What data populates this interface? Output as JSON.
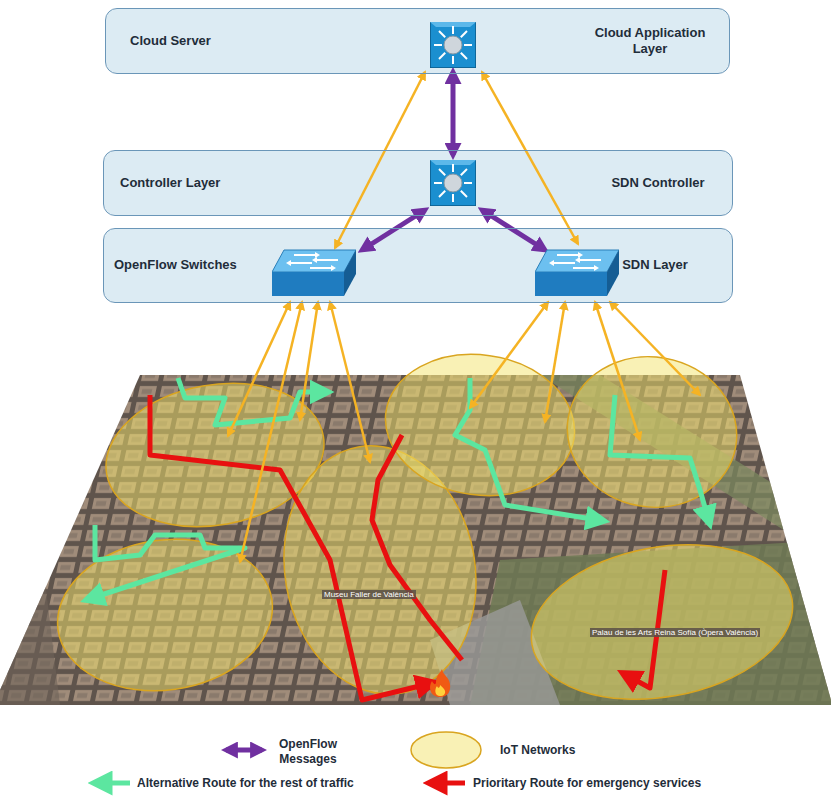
{
  "diagram": {
    "nodes": [
      {
        "text": [
          "Cloud Server",
          "Cloud Application Layer"
        ]
      },
      {
        "text": [
          "Controller Layer",
          "SDN Controller"
        ]
      },
      {
        "text": [
          "OpenFlow Switches",
          "SDN Layer"
        ]
      }
    ],
    "edges": [
      {
        "from": 0,
        "to": 1,
        "arrow": "both"
      },
      {
        "from": 1,
        "to": 2,
        "arrow": "both"
      },
      {
        "from": 1,
        "to": 2,
        "arrow": "both"
      },
      {
        "from": 0,
        "to": 2,
        "arrow": "both"
      },
      {
        "from": 0,
        "to": 2,
        "arrow": "both"
      }
    ],
    "labels": [
      "Museu Faller de València",
      "Palau de les Arts Reina Sofía (Òpera València)"
    ],
    "legend": [
      {
        "text": "OpenFlow Messages"
      },
      {
        "text": "IoT Networks"
      },
      {
        "text": "Alternative Route for the rest of traffic"
      },
      {
        "text": "Prioritary Route for emergency services"
      }
    ]
  }
}
